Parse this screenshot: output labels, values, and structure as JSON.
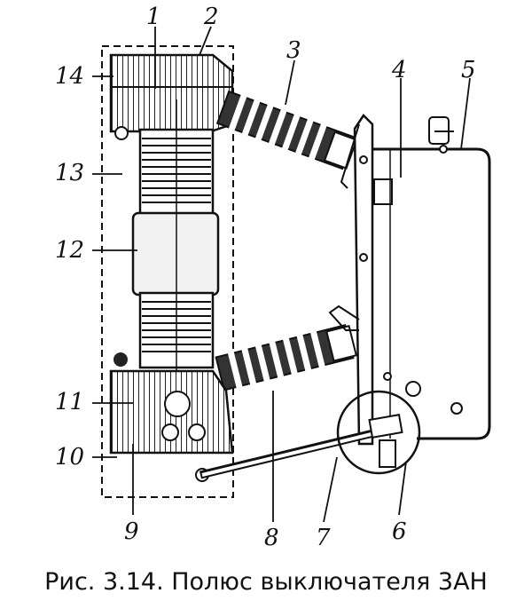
{
  "figure": {
    "caption": "Рис. 3.14. Полюс выключателя 3АН",
    "labels": {
      "l1": "1",
      "l2": "2",
      "l3": "3",
      "l4": "4",
      "l5": "5",
      "l6": "6",
      "l7": "7",
      "l8": "8",
      "l9": "9",
      "l10": "10",
      "l11": "11",
      "l12": "12",
      "l13": "13",
      "l14": "14"
    }
  },
  "colors": {
    "ink": "#111111",
    "paper": "#ffffff",
    "fill": "#e8e8e8",
    "dark": "#2a2a2a"
  }
}
